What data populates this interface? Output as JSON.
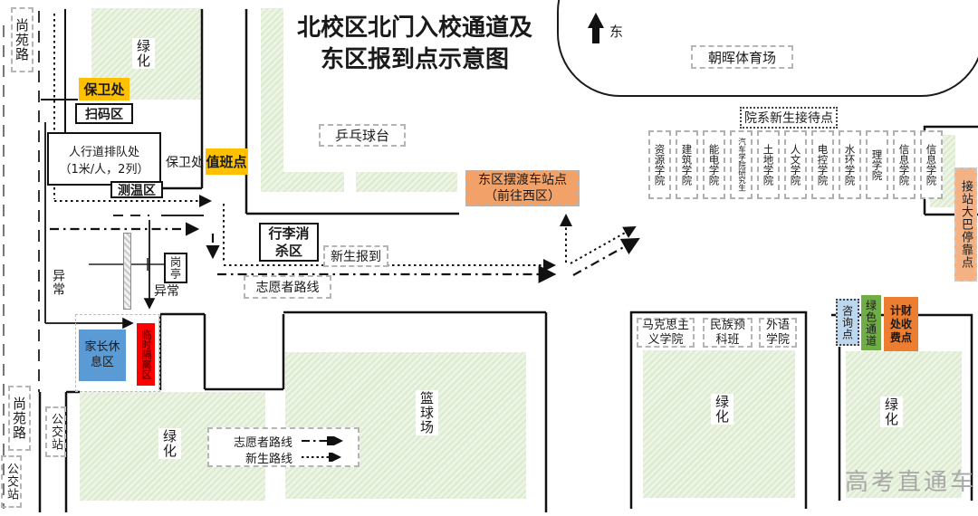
{
  "title": {
    "line1": "北校区北门入校通道及",
    "line2": "东区报到点示意图"
  },
  "compass": {
    "east_label": "东"
  },
  "stadium": {
    "name": "朝晖体育场"
  },
  "roads": {
    "shangyuan_top": "尚苑路",
    "shangyuan_bottom": "尚苑路",
    "bus_stop_outer": "公交站",
    "bus_stop_inner": "公交站"
  },
  "gate": {
    "security_office": "保卫处",
    "scan_area": "扫码区",
    "queue": {
      "line1": "人行道排队处",
      "line2": "（1米/人，2列）"
    },
    "temp_check": "测温区",
    "security_post": "保卫处",
    "duty_point": "值班点",
    "guard_booth": "岗亭",
    "abnormal_west": "异常",
    "abnormal_east": "异常"
  },
  "process": {
    "luggage_area": "行李消杀区",
    "freshman_checkin": "新生报到",
    "volunteer_route_label": "志愿者路线",
    "shuttle": {
      "line1": "东区摆渡车站点",
      "line2": "（前往西区）"
    }
  },
  "rest": {
    "parent_rest_area": "家长休息区",
    "temp_isolation_area": "临时隔离区"
  },
  "east": {
    "reception_label": "院系新生接待点",
    "colleges": [
      "资源学院",
      "建筑学院",
      "能电学院",
      "汽车学院研究生",
      "土地学院",
      "人文学院",
      "电控学院",
      "水环学院",
      "理学院",
      "信息学院",
      "信息学院"
    ],
    "bus_point": "接站大巴停靠点"
  },
  "south": {
    "marx_college": "马克思主义学院",
    "prep_class": "民族预科班",
    "foreign_college": "外语学院",
    "consult_point": "咨询点",
    "green_channel": "绿色通道",
    "fee_point": "计财处收费点"
  },
  "areas": {
    "green_nw": "绿化",
    "green_sw": "绿化",
    "green_marx": "绿化",
    "green_se": "绿化",
    "basketball": "篮球场",
    "pingpong": "乒乓球台"
  },
  "legend": {
    "volunteer": "志愿者路线",
    "freshman": "新生路线"
  },
  "watermark": "高考直通车",
  "colors": {
    "duty_yellow": "#FFC000",
    "shuttle_orange": "#F2A269",
    "bus_orange": "#F4B183",
    "fee_orange": "#ED7D31",
    "channel_green": "#71AD47",
    "consult_blue": "#BDD7EE",
    "parent_blue": "#5B9BD5",
    "isolation_red": "#FF0000",
    "green_area": "#ECF4E4"
  }
}
